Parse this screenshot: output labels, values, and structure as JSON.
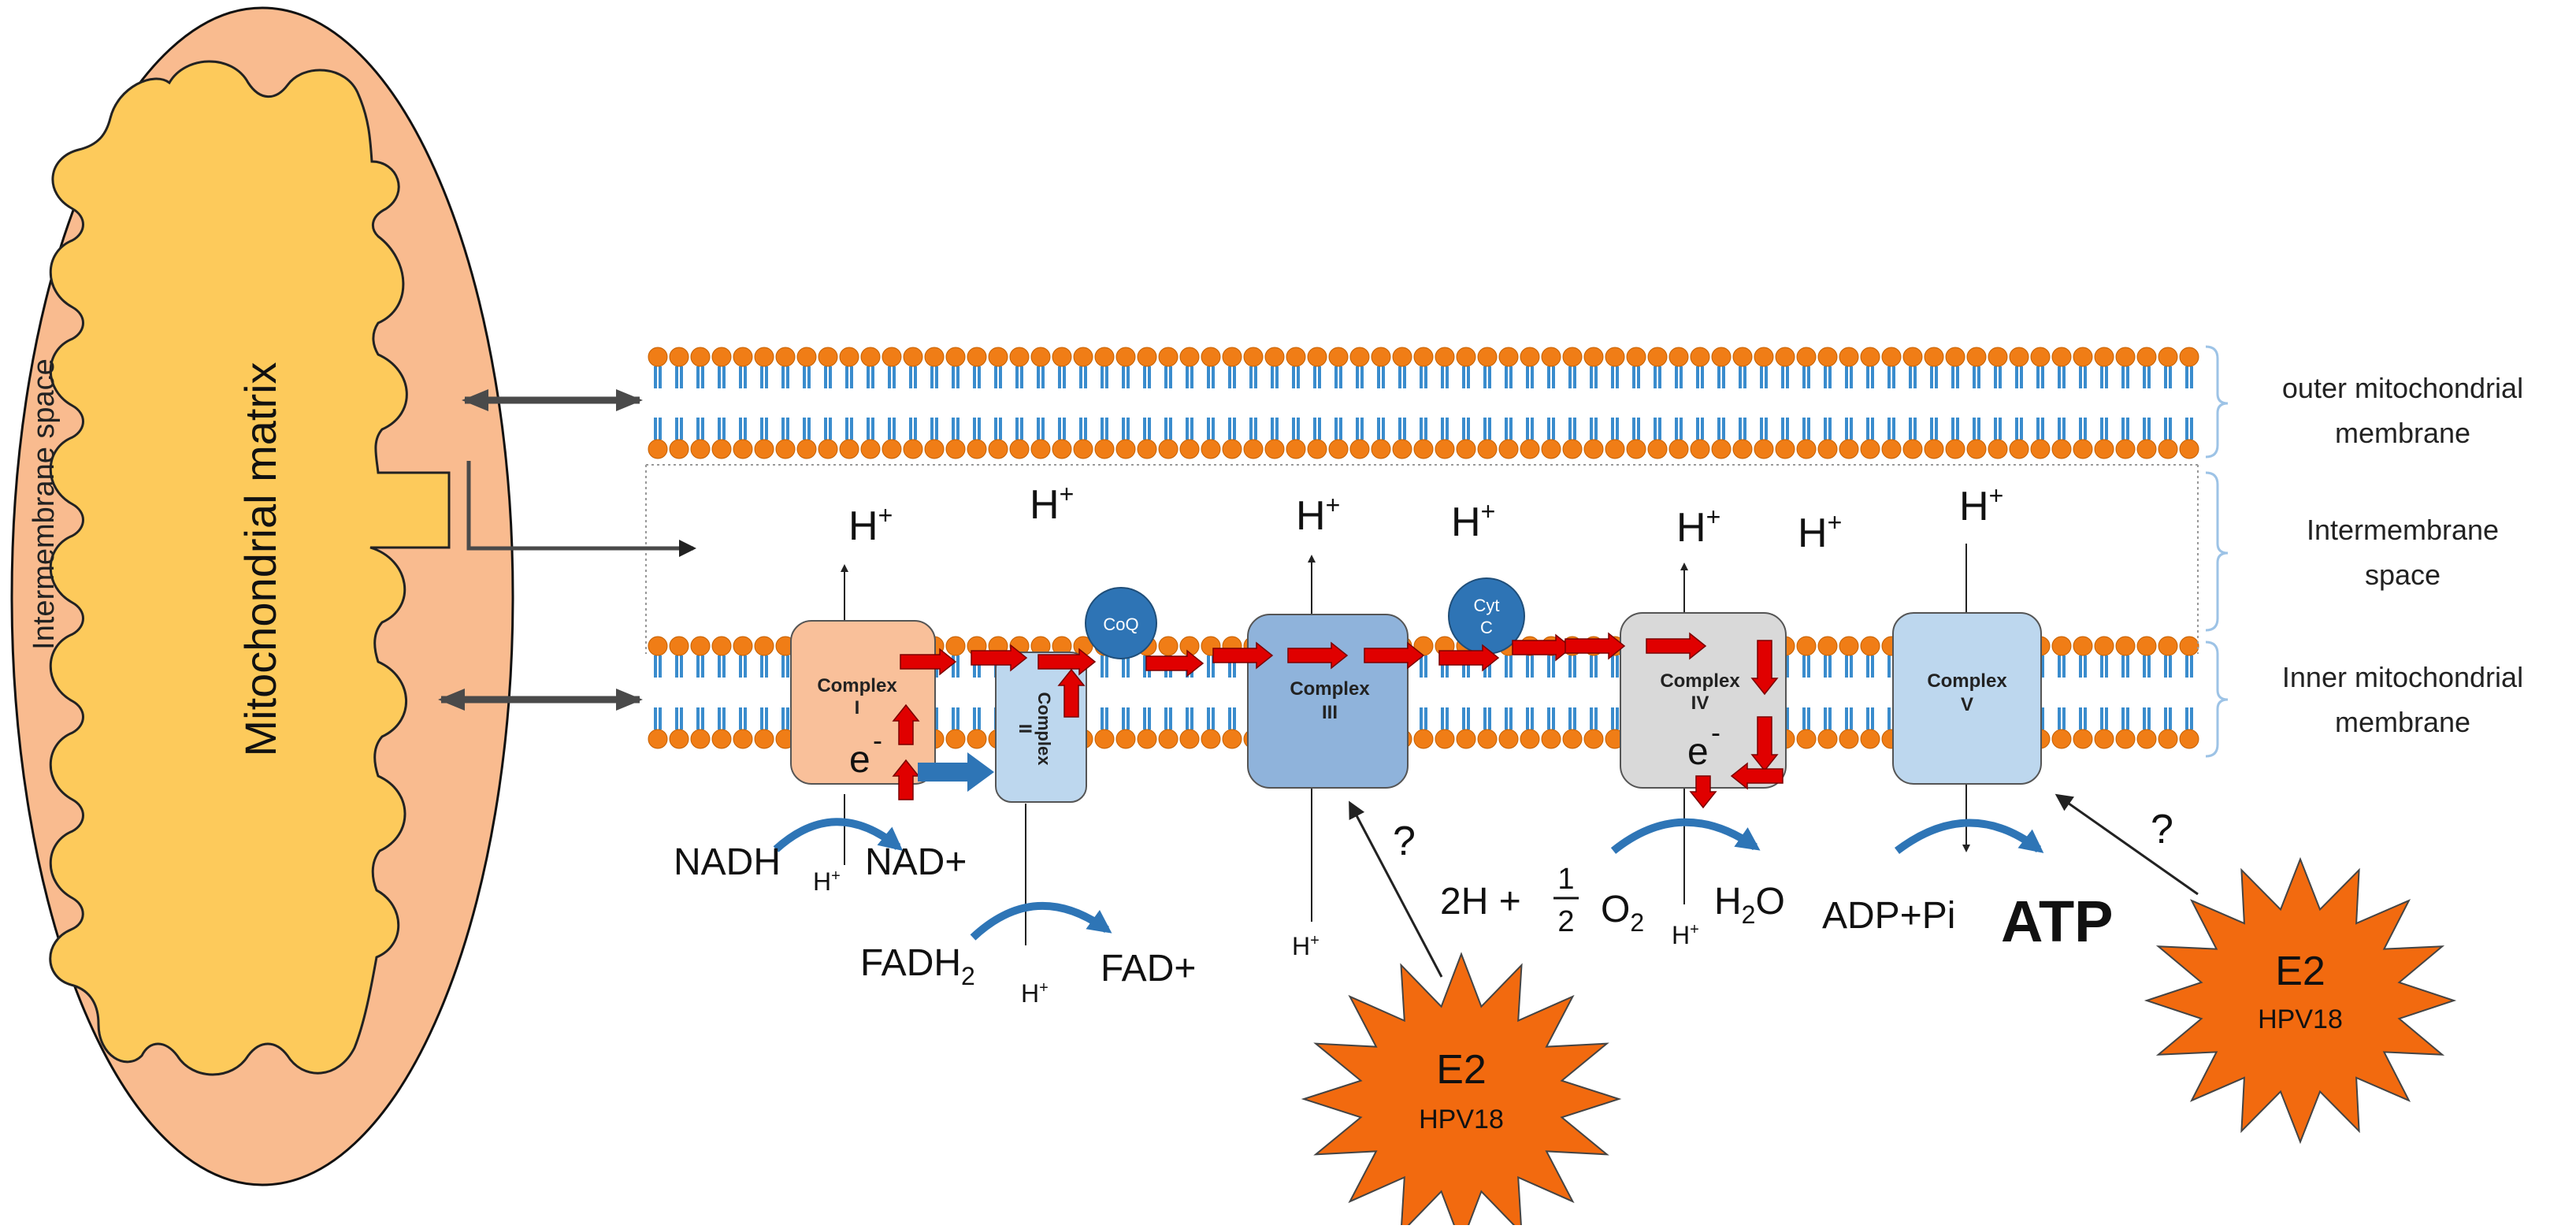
{
  "mitochondrion": {
    "matrix_label": "Mitochondrial matrix",
    "intermembrane_label": "Intermembrane space"
  },
  "membranes": {
    "outer_label_line1": "outer mitochondrial",
    "outer_label_line2": "membrane",
    "ims_label_line1": "Intermembrane",
    "ims_label_line2": "space",
    "inner_label_line1": "Inner mitochondrial",
    "inner_label_line2": "membrane"
  },
  "complexes": {
    "c1_line1": "Complex",
    "c1_line2": "I",
    "c2_line1": "Complex",
    "c2_line2": "II",
    "c3_line1": "Complex",
    "c3_line2": "III",
    "c4_line1": "Complex",
    "c4_line2": "IV",
    "c5_line1": "Complex",
    "c5_line2": "V"
  },
  "carriers": {
    "coq": "CoQ",
    "cytc_line1": "Cyt",
    "cytc_line2": "C"
  },
  "protons": {
    "h": "H",
    "plus": "+"
  },
  "electron": {
    "e": "e",
    "minus": "-"
  },
  "reactions": {
    "nadh": "NADH",
    "nad_plus": "NAD+",
    "fadh": "FADH",
    "fadh_sub": "2",
    "fad_plus": "FAD+",
    "two_h_plus": "2H +",
    "half_num": "1",
    "half_den": "2",
    "o": "O",
    "o_sub": "2",
    "h2o_h": "H",
    "h2o_sub": "2",
    "h2o_o": "O",
    "adp": "ADP+Pi",
    "atp": "ATP"
  },
  "effectors": {
    "e2": "E2",
    "hpv": "HPV18",
    "question": "?"
  },
  "colors": {
    "mito_outer": "#f9bb8f",
    "mito_matrix": "#fdca5b",
    "phospholipid_head": "#f07d16",
    "phospholipid_tail": "#3a8ccd",
    "complex1": "#f9c09a",
    "complex2": "#bdd7ee",
    "complex3": "#8fb3db",
    "complex4": "#d9d9d9",
    "complex5": "#bdd7ee",
    "carrier": "#2e74b5",
    "electron_arrow": "#e00000",
    "curve_arrow": "#2e75b6",
    "e2_star": "#f26a0f"
  }
}
